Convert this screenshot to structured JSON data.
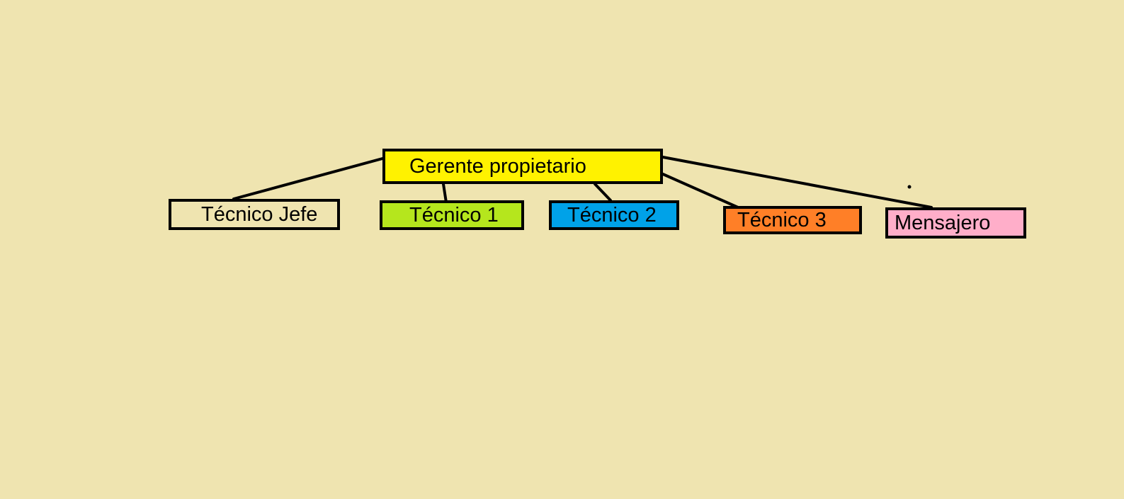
{
  "diagram": {
    "type": "org-chart",
    "background_color": "#efe4b0",
    "line_color": "#000000",
    "root": {
      "label": "Gerente propietario",
      "fill": "#fff200"
    },
    "children": [
      {
        "label": "Técnico Jefe",
        "fill": "#efe4b0"
      },
      {
        "label": "Técnico 1",
        "fill": "#b5e61d"
      },
      {
        "label": "Técnico 2",
        "fill": "#00a2e8"
      },
      {
        "label": "Técnico 3",
        "fill": "#ff7f27"
      },
      {
        "label": "Mensajero",
        "fill": "#ffaec9"
      }
    ]
  }
}
